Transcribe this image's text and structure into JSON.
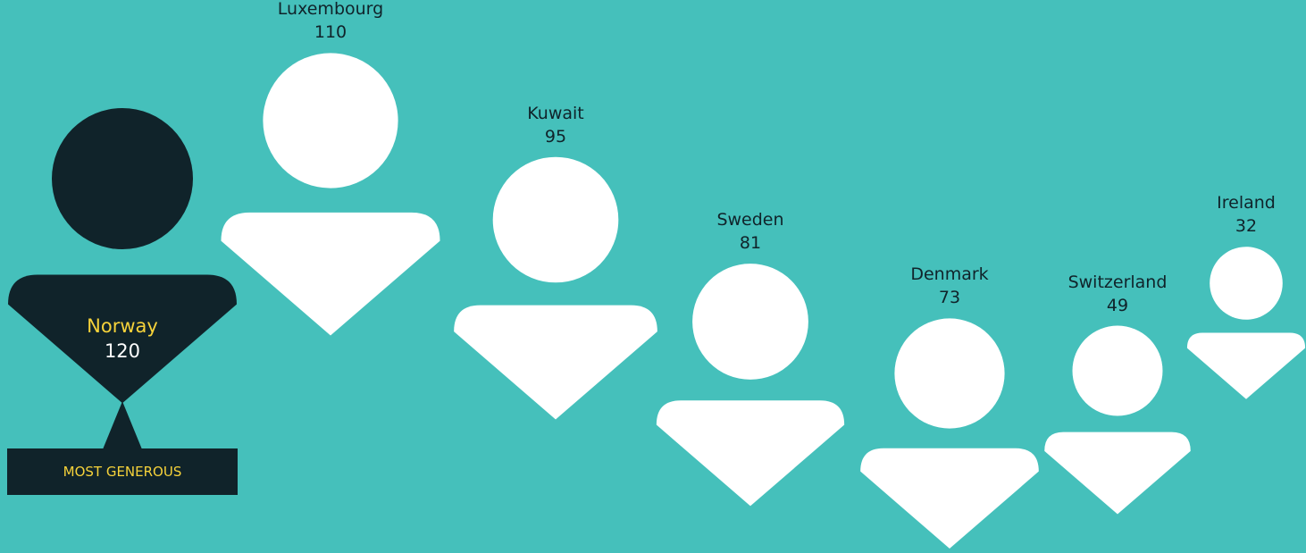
{
  "chart_data": {
    "type": "pictogram",
    "categories": [
      "Norway",
      "Luxembourg",
      "Kuwait",
      "Sweden",
      "Denmark",
      "Switzerland",
      "Ireland"
    ],
    "values": [
      120,
      110,
      95,
      81,
      73,
      49,
      32
    ],
    "highlight": "Norway",
    "annotation": "MOST GENEROUS",
    "colors": {
      "background": "#45c0bb",
      "figure": "#ffffff",
      "highlight_figure": "#10232a",
      "highlight_name": "#f6d23a",
      "highlight_value": "#ffffff",
      "label": "#10232a"
    }
  }
}
